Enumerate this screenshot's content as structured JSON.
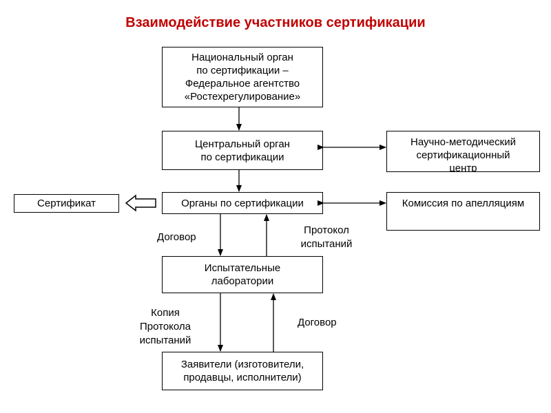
{
  "title": "Взаимодействие участников сертификации",
  "boxes": {
    "national": "Национальный орган\nпо сертификации –\nФедеральное агентство\n«Ростехрегулирование»",
    "central": "Центральный орган\nпо сертификации",
    "scientific": "Научно-методический\nсертификационный\nцентр",
    "bodies": "Органы по сертификации",
    "appeals": "Комиссия по апелляциям",
    "certificate": "Сертификат",
    "labs": "Испытательные\nлаборатории",
    "applicants": "Заявители (изготовители,\nпродавцы, исполнители)"
  },
  "labels": {
    "contract1": "Договор",
    "protocol": "Протокол\nиспытаний",
    "copy": "Копия\nПротокола\nиспытаний",
    "contract2": "Договор"
  }
}
